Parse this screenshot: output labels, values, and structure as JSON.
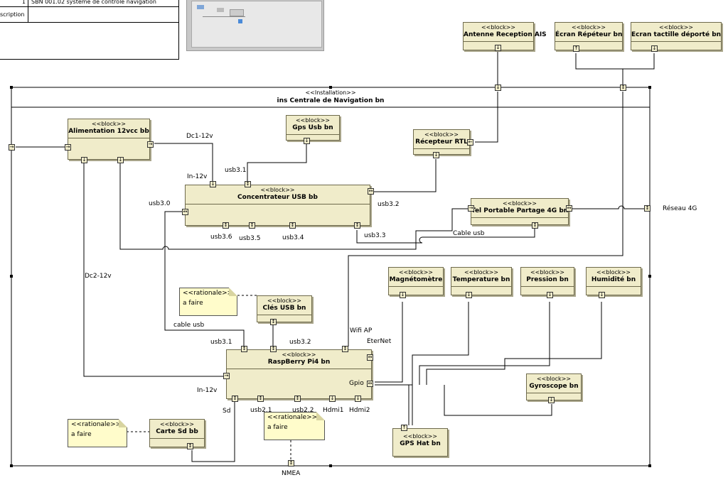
{
  "header": {
    "id_fragment": "1",
    "title_fragment": "SBN 001.02 système de contrôle navigation",
    "desc_label": "scription"
  },
  "installation": {
    "stereotype": "<<Installation>>",
    "name": "ins Centrale de Navigation bn"
  },
  "stereotype_block": "<<block>>",
  "stereotype_rationale": "<<rationale>>",
  "blocks": {
    "antenne": "Antenne Reception AIS",
    "ecran_rep": "Écran Répéteur bn",
    "ecran_tact": "Ecran tactille déporté bn",
    "alim": "Alimentation 12vcc bb",
    "gps_usb": "Gps Usb bn",
    "recepteur": "Récepteur RTL",
    "concentrateur": "Concentrateur USB bb",
    "tel": "Tel Portable Partage 4G bn",
    "magneto": "Magnétomètre",
    "temperature": "Temperature bn",
    "pression": "Pression bn",
    "humidite": "Humidité bn",
    "cles": "Clés USB bn",
    "raspberry": "RaspBerry Pi4 bn",
    "gyroscope": "Gyroscope bn",
    "carte_sd": "Carte Sd bb",
    "gps_hat": "GPS Hat bn"
  },
  "notes": {
    "n1": "a faire",
    "n2": "a faire",
    "n3": "a faire"
  },
  "labels": {
    "dc1": "Dc1-12v",
    "in12_c": "In-12v",
    "usb31_c": "usb3.1",
    "usb30": "usb3.0",
    "usb32_c": "usb3.2",
    "usb36": "usb3.6",
    "usb35": "usb3.5",
    "usb34": "usb3.4",
    "usb33": "usb3.3",
    "cable_usb": "Cable usb",
    "reseau": "Réseau 4G",
    "dc2": "Dc2-12v",
    "cable_usb2": "cable usb",
    "usb31_r": "usb3.1",
    "usb32_r": "usb3.2",
    "wifi": "Wifi AP",
    "eternet": "EterNet",
    "gpio": "Gpio",
    "in12_r": "In-12v",
    "sd": "Sd",
    "usb21": "usb2.1",
    "usb22": "usb2.2",
    "hdmi1": "Hdmi1",
    "hdmi2": "Hdmi2",
    "nmea": "NMEA"
  }
}
